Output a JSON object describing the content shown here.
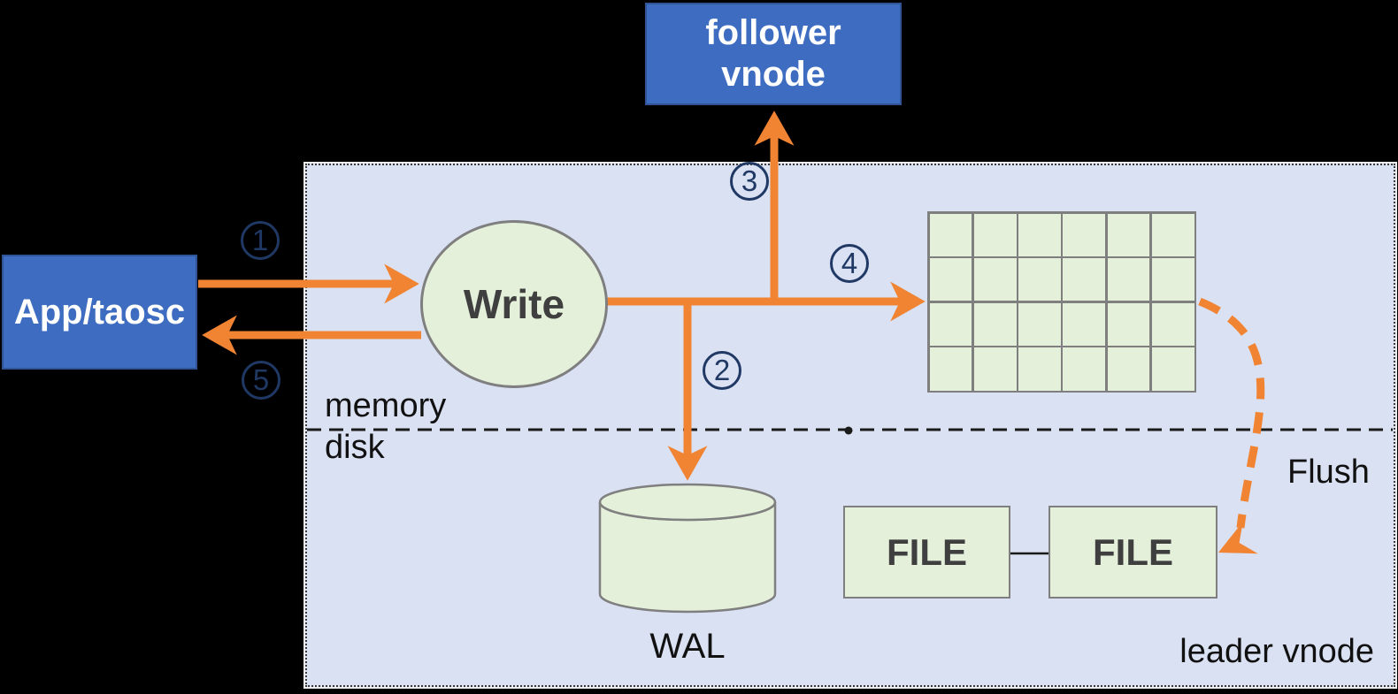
{
  "app_box": {
    "label": "App/taosc"
  },
  "follower_box": {
    "label": "follower vnode"
  },
  "leader_box": {
    "label": "leader vnode"
  },
  "write": {
    "label": "Write"
  },
  "wal": {
    "label": "WAL"
  },
  "files": {
    "file1": "FILE",
    "file2": "FILE"
  },
  "layers": {
    "memory": "memory",
    "disk": "disk"
  },
  "flush": {
    "label": "Flush"
  },
  "steps": {
    "s1": "1",
    "s2": "2",
    "s3": "3",
    "s4": "4",
    "s5": "5"
  },
  "memtable_grid": {
    "rows": 4,
    "cols": 6
  },
  "colors": {
    "background": "#000000",
    "leader_fill": "#dae1f3",
    "node_blue": "#3d6cc0",
    "shape_green": "#e5f0da",
    "arrow_orange": "#f08433",
    "step_navy": "#1f3864"
  }
}
